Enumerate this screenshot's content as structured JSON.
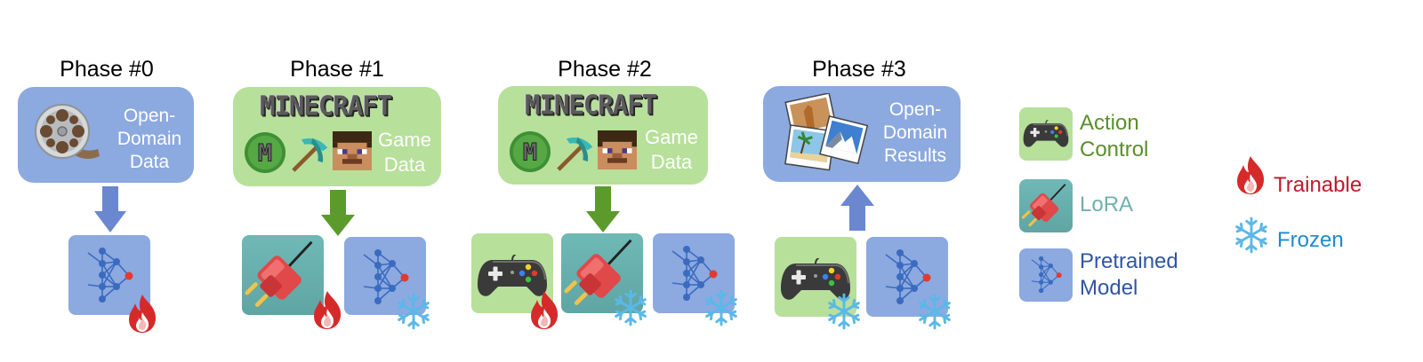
{
  "phases": [
    {
      "title": "Phase #0",
      "box_text": [
        "Open-",
        "Domain",
        "Data"
      ]
    },
    {
      "title": "Phase #1",
      "logo": "MINECRAFT",
      "box_text": [
        "Game",
        "Data"
      ]
    },
    {
      "title": "Phase #2",
      "logo": "MINECRAFT",
      "box_text": [
        "Game",
        "Data"
      ]
    },
    {
      "title": "Phase #3",
      "box_text": [
        "Open-",
        "Domain",
        "Results"
      ]
    }
  ],
  "legend": {
    "action_control": {
      "line1": "Action",
      "line2": "Control",
      "color": "#5a8f29"
    },
    "lora": {
      "label": "LoRA",
      "color": "#6fb0ad"
    },
    "pretrained": {
      "line1": "Pretrained",
      "line2": "Model",
      "color": "#2f55a4"
    },
    "trainable": {
      "label": "Trainable",
      "color": "#c0182c"
    },
    "frozen": {
      "label": "Frozen",
      "color": "#1e8ad0"
    }
  },
  "colors": {
    "blue_box": "#8ca9e0",
    "green_box": "#b7e09b",
    "teal_box": "#66aeac",
    "blue_arrow": "#6a87cf",
    "green_arrow": "#5a9b2b",
    "flame": "#d62a2a",
    "snowflake": "#5bb8e8"
  },
  "icons": [
    "film-reel-icon",
    "minecraft-logo",
    "minecraft-m-badge-icon",
    "pickaxe-icon",
    "steve-face-icon",
    "gamepad-icon",
    "plug-icon",
    "neural-network-icon",
    "flame-icon",
    "snowflake-icon",
    "photo-stack-icon"
  ]
}
